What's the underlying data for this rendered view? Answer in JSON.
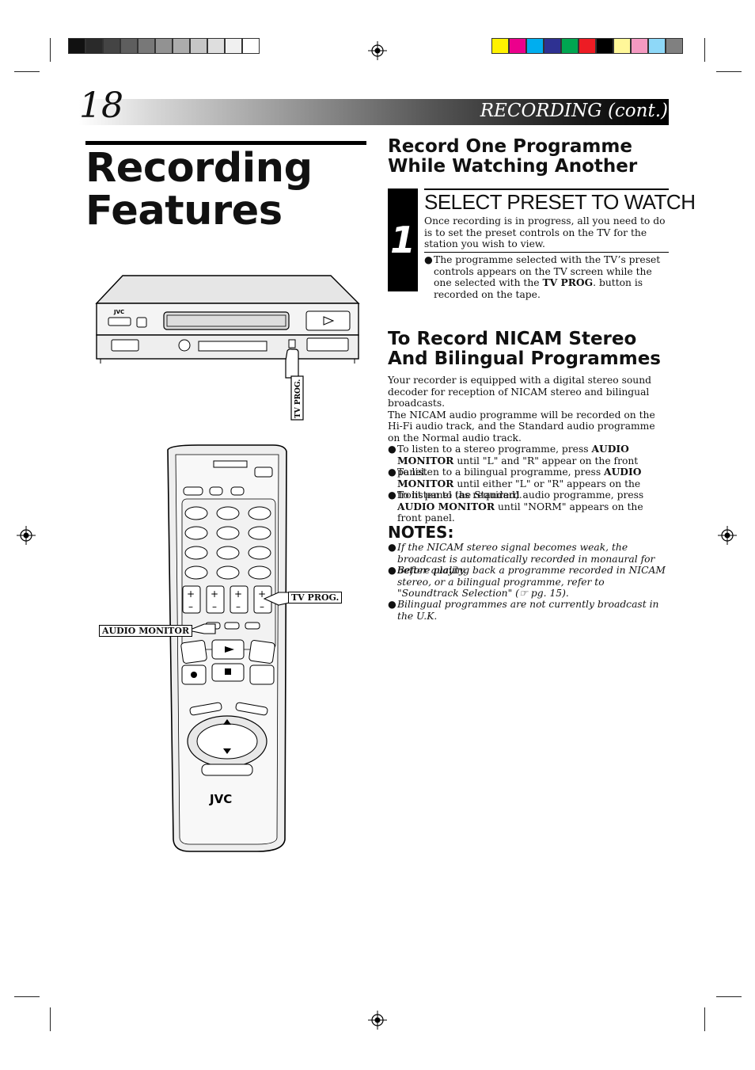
{
  "page": {
    "number": "18",
    "section_title": "RECORDING (cont.)",
    "main_title_line1": "Recording",
    "main_title_line2": "Features"
  },
  "print_marks": {
    "gray_swatches": [
      "#111111",
      "#2a2a2a",
      "#444444",
      "#5e5e5e",
      "#787878",
      "#929292",
      "#acacac",
      "#c6c6c6",
      "#dedede",
      "#f0f0f0",
      "#ffffff"
    ],
    "color_swatches": [
      "#fff200",
      "#ec008c",
      "#00aeef",
      "#2e3192",
      "#00a651",
      "#ed1c24",
      "#000000",
      "#fff799",
      "#f49ac1",
      "#8ed8f8",
      "#808080"
    ]
  },
  "section1": {
    "heading_line1": "Record One Programme",
    "heading_line2": "While Watching Another",
    "step_number": "1",
    "step_title": "SELECT PRESET TO WATCH",
    "step_text": "Once recording is in progress, all you need to do is to set the preset controls on the TV for the station you wish to view.",
    "bullet_pre": "The programme selected with the TV’s preset controls appears on the TV screen while the one selected with the ",
    "bullet_bold": "TV PROG",
    "bullet_post": ". button is recorded on the tape."
  },
  "section2": {
    "heading_line1": "To Record NICAM Stereo",
    "heading_line2": "And Bilingual Programmes",
    "intro": "Your recorder is equipped with a digital stereo sound decoder for reception of NICAM stereo and bilingual broadcasts.",
    "intro2": "The NICAM audio programme will be recorded on the Hi-Fi audio track, and the Standard audio programme on the Normal audio track.",
    "bullets": [
      {
        "pre": "To listen to a stereo programme, press ",
        "bold": "AUDIO MONITOR",
        "post": " until \"L\" and \"R\" appear on the front panel."
      },
      {
        "pre": "To listen to a bilingual programme, press ",
        "bold": "AUDIO MONITOR",
        "post": " until either \"L\" or \"R\" appears on the front panel (as required)."
      },
      {
        "pre": "To listen to the Standard audio programme, press ",
        "bold": "AUDIO MONITOR",
        "post": " until \"NORM\" appears on the front panel."
      }
    ]
  },
  "notes": {
    "heading": "NOTES:",
    "items": [
      "If the NICAM stereo signal becomes weak, the broadcast is automatically recorded in monaural for better quality.",
      "Before playing back a programme recorded in NICAM stereo, or a bilingual programme, refer to \"Soundtrack Selection\" (☞ pg. 15).",
      "Bilingual programmes are not currently broadcast in the U.K."
    ]
  },
  "illustration": {
    "vcr_brand": "JVC",
    "remote_brand": "JVC",
    "label_tv_prog_vcr": "TV PROG.",
    "label_tv_prog_remote": "TV PROG.",
    "label_audio_monitor": "AUDIO MONITOR"
  }
}
